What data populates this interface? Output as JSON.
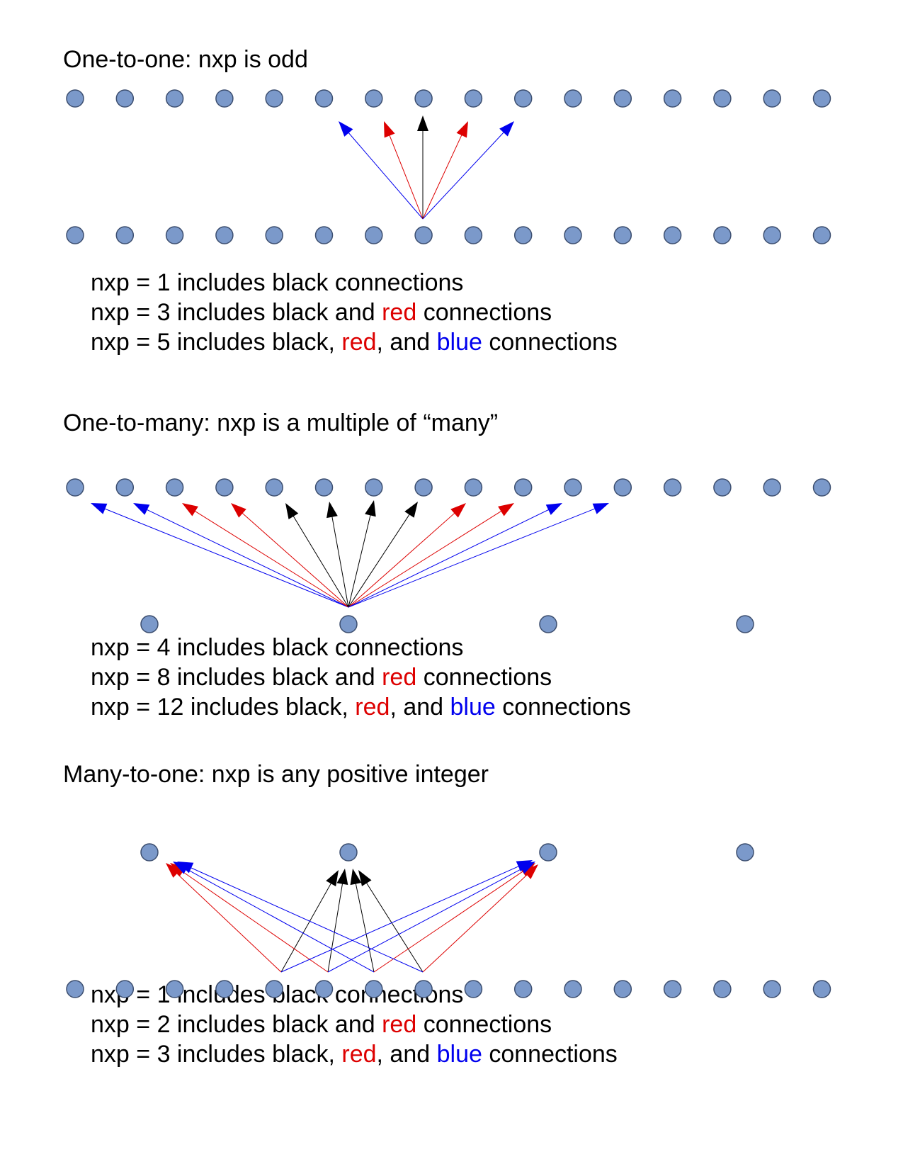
{
  "colors": {
    "node_fill": "#7b99ca",
    "node_stroke": "#3d4f70",
    "black": "#000000",
    "red": "#dd0000",
    "blue": "#0000ee"
  },
  "sections": [
    {
      "title": "One-to-one: nxp is odd",
      "legend": [
        {
          "prefix": "nxp = 1 includes black connections"
        },
        {
          "prefix": "nxp = 3 includes black and ",
          "red": "red",
          "suffix": " connections"
        },
        {
          "prefix": "nxp = 5 includes black, ",
          "red": "red",
          "mid": ", and ",
          "blue": "blue",
          "suffix": " connections"
        }
      ]
    },
    {
      "title": "One-to-many: nxp is a multiple of “many”",
      "legend": [
        {
          "prefix": "nxp = 4 includes black connections"
        },
        {
          "prefix": "nxp = 8 includes black and ",
          "red": "red",
          "suffix": " connections"
        },
        {
          "prefix": "nxp = 12 includes black, ",
          "red": "red",
          "mid": ", and ",
          "blue": "blue",
          "suffix": " connections"
        }
      ]
    },
    {
      "title": "Many-to-one: nxp is any positive integer",
      "legend": [
        {
          "prefix": "nxp = 1 includes black connections"
        },
        {
          "prefix": "nxp = 2 includes black and ",
          "red": "red",
          "suffix": " connections"
        },
        {
          "prefix": "nxp = 3 includes black, ",
          "red": "red",
          "mid": ", and ",
          "blue": "blue",
          "suffix": " connections"
        }
      ]
    }
  ]
}
